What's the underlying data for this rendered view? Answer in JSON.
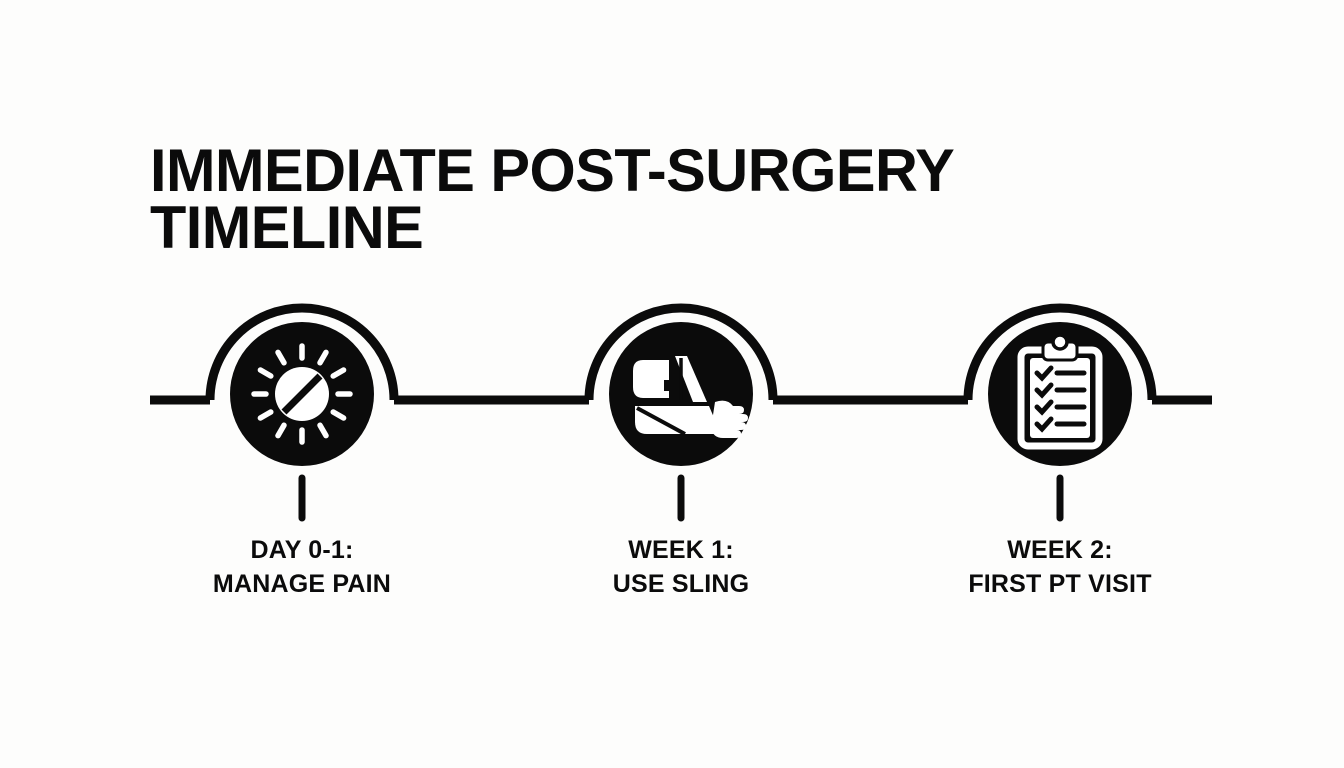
{
  "background_color": "#fdfdfc",
  "ink_color": "#0b0b0b",
  "header": {
    "title_line_1": "IMMEDIATE POST-SURGERY",
    "title_line_2": "TIMELINE"
  },
  "timeline": {
    "orientation": "horizontal",
    "line_color": "#0b0b0b",
    "milestones": [
      {
        "icon": "pill-rays-icon",
        "icon_description": "pill tablet with radiating rays",
        "label_line_1": "DAY 0-1:",
        "label_line_2": "MANAGE PAIN"
      },
      {
        "icon": "arm-sling-icon",
        "icon_description": "arm supported in a sling",
        "label_line_1": "WEEK 1:",
        "label_line_2": "USE SLING"
      },
      {
        "icon": "clipboard-checklist-icon",
        "icon_description": "clipboard with checked checklist",
        "label_line_1": "WEEK 2:",
        "label_line_2": "FIRST PT VISIT"
      }
    ]
  }
}
